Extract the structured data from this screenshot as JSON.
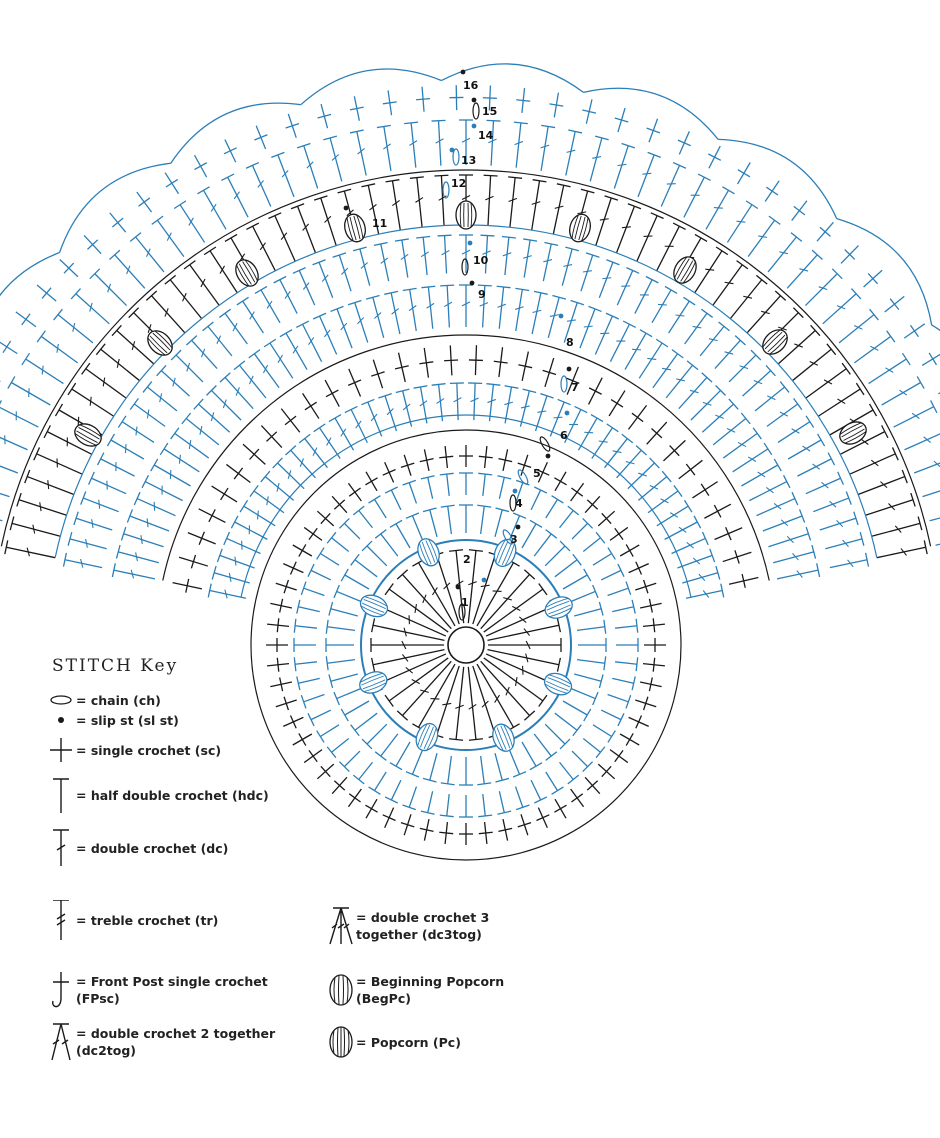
{
  "colors": {
    "black": "#1a1a1a",
    "blue": "#2b7fb8"
  },
  "round_labels": [
    "1",
    "2",
    "3",
    "4",
    "5",
    "6",
    "7",
    "8",
    "9",
    "10",
    "11",
    "12",
    "13",
    "14",
    "15",
    "16"
  ],
  "stitch_key": {
    "title": "STITCH Key",
    "entries": [
      {
        "icon": "chain-icon",
        "label": "= chain (ch)"
      },
      {
        "icon": "slip-stitch-icon",
        "label": "= slip st (sl st)"
      },
      {
        "icon": "single-crochet-icon",
        "label": "= single crochet (sc)"
      },
      {
        "icon": "half-double-crochet-icon",
        "label": "= half double crochet (hdc)"
      },
      {
        "icon": "double-crochet-icon",
        "label": "= double crochet (dc)"
      },
      {
        "icon": "treble-crochet-icon",
        "label": "= treble crochet (tr)"
      },
      {
        "icon": "front-post-single-crochet-icon",
        "label": "= Front Post single crochet (FPsc)"
      },
      {
        "icon": "dc2tog-icon",
        "label": "= double crochet 2 together (dc2tog)"
      },
      {
        "icon": "dc3tog-icon",
        "label": "= double crochet 3 together (dc3tog)"
      },
      {
        "icon": "beginning-popcorn-icon",
        "label": "= Beginning Popcorn (BegPc)"
      },
      {
        "icon": "popcorn-icon",
        "label": "= Popcorn (Pc)"
      }
    ]
  }
}
